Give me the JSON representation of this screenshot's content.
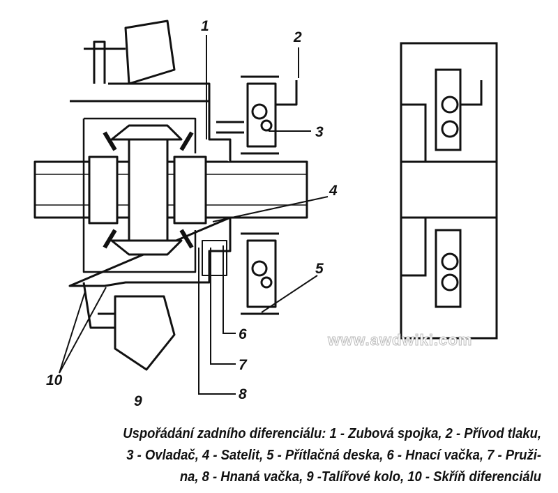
{
  "labels": [
    "1",
    "2",
    "3",
    "4",
    "5",
    "6",
    "7",
    "8",
    "9",
    "10"
  ],
  "watermark": "www.awdwiki.com",
  "caption": {
    "line1": "Uspořádání zadního diferenciálu: 1 - Zubová spojka, 2 - Přívod tlaku,",
    "line2": "3 - Ovladač, 4 - Satelit, 5 - Přítlačná deska, 6 - Hnací vačka, 7 - Pruži-",
    "line3": "na, 8 - Hnaná vačka, 9 -Talířové kolo, 10 - Skříň diferenciálu"
  }
}
